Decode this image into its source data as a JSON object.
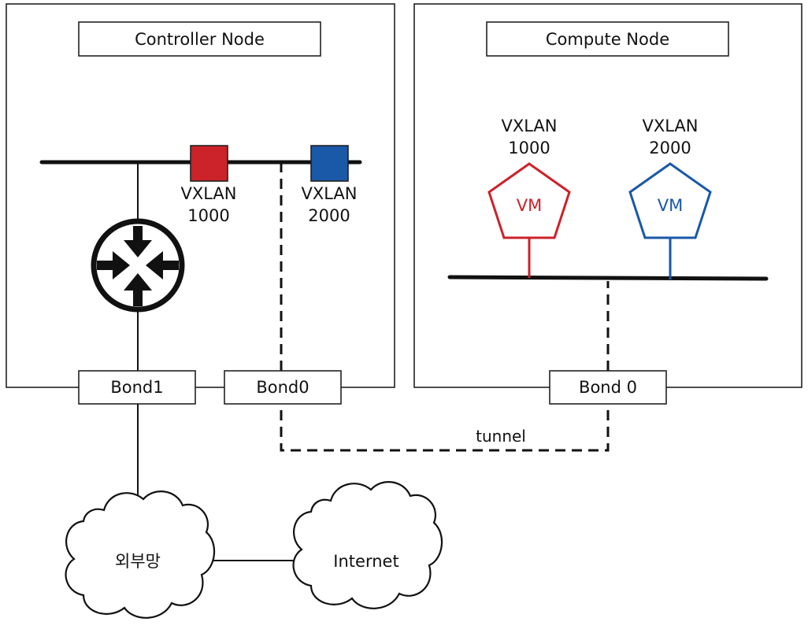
{
  "controller": {
    "title": "Controller Node",
    "vxlan_red": {
      "line1": "VXLAN",
      "line2": "1000"
    },
    "vxlan_blue": {
      "line1": "VXLAN",
      "line2": "2000"
    },
    "bond1": "Bond1",
    "bond0": "Bond0"
  },
  "compute": {
    "title": "Compute Node",
    "vm_red": {
      "line1": "VXLAN",
      "line2": "1000",
      "label": "VM"
    },
    "vm_blue": {
      "line1": "VXLAN",
      "line2": "2000",
      "label": "VM"
    },
    "bond0": "Bond 0"
  },
  "tunnel_label": "tunnel",
  "external_network": "외부망",
  "internet": "Internet",
  "icons": {
    "router": "router-icon",
    "cloud": "cloud-icon",
    "vm": "pentagon-vm-icon"
  },
  "colors": {
    "vxlan_1000": "#cc2229",
    "vxlan_2000": "#1a58a8"
  }
}
